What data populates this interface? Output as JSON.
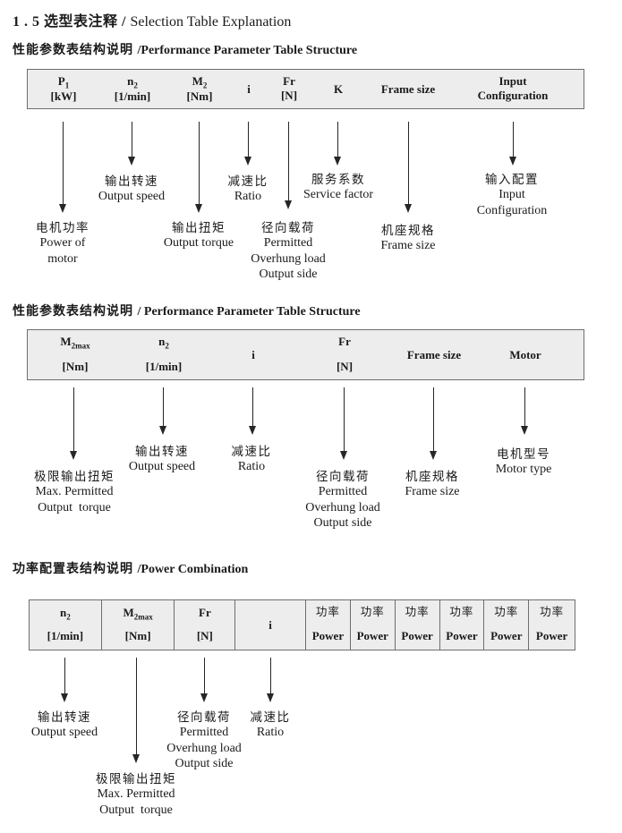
{
  "title": {
    "cn": "1 . 5 选型表注释 / ",
    "en": "Selection Table Explanation"
  },
  "colors": {
    "table_bg": "#ededed",
    "table_border": "#6e6e6e",
    "text": "#1a1a1a",
    "arrow": "#262626"
  },
  "sections": [
    {
      "heading": {
        "cn": "性能参数表结构说明 ",
        "en": "/Performance Parameter Table Structure"
      },
      "columns": [
        {
          "l1": "P",
          "sub": "1",
          "l2": "[kW]"
        },
        {
          "l1": "n",
          "sub": "2",
          "l2": "[1/min]"
        },
        {
          "l1": "M",
          "sub": "2",
          "l2": "[Nm]"
        },
        {
          "l1": "i"
        },
        {
          "l1": "Fr",
          "l2": "[N]"
        },
        {
          "l1": "K"
        },
        {
          "l1": "Frame size"
        },
        {
          "l1": "Input",
          "l2": "Configuration"
        }
      ],
      "labels": [
        {
          "cn": "电机功率",
          "en1": "Power of",
          "en2": "motor"
        },
        {
          "cn": "输出转速",
          "en1": "Output speed"
        },
        {
          "cn": "输出扭矩",
          "en1": "Output torque"
        },
        {
          "cn": "减速比",
          "en1": "Ratio"
        },
        {
          "cn": "径向载荷",
          "en1": "Permitted",
          "en2": "Overhung load",
          "en3": "Output side"
        },
        {
          "cn": "服务系数",
          "en1": "Service factor"
        },
        {
          "cn": "机座规格",
          "en1": "Frame size"
        },
        {
          "cn": "输入配置",
          "en1": "Input",
          "en2": "Configuration"
        }
      ]
    },
    {
      "heading": {
        "cn": "性能参数表结构说明 ",
        "en": "/ Performance Parameter Table Structure"
      },
      "columns": [
        {
          "l1": "M",
          "sub": "2max",
          "l2": "[Nm]"
        },
        {
          "l1": "n",
          "sub": "2",
          "l2": "[1/min]"
        },
        {
          "l1": "i"
        },
        {
          "l1": "Fr",
          "l2": "[N]"
        },
        {
          "l1": "Frame size"
        },
        {
          "l1": "Motor"
        }
      ],
      "labels": [
        {
          "cn": "极限输出扭矩",
          "en1": "Max. Permitted",
          "en2": "Output  torque"
        },
        {
          "cn": "输出转速",
          "en1": "Output speed"
        },
        {
          "cn": "减速比",
          "en1": "Ratio"
        },
        {
          "cn": "径向载荷",
          "en1": "Permitted",
          "en2": "Overhung load",
          "en3": "Output side"
        },
        {
          "cn": "机座规格",
          "en1": "Frame size"
        },
        {
          "cn": "电机型号",
          "en1": "Motor type"
        }
      ]
    },
    {
      "heading": {
        "cn": "功率配置表结构说明 ",
        "en": "/Power Combination"
      },
      "columns": [
        {
          "l1": "n",
          "sub": "2",
          "l2": "[1/min]"
        },
        {
          "l1": "M",
          "sub": "2max",
          "l2": "[Nm]"
        },
        {
          "l1": "Fr",
          "l2": "[N]"
        },
        {
          "l1": "i"
        },
        {
          "l1": "功率",
          "l2": "Power"
        },
        {
          "l1": "功率",
          "l2": "Power"
        },
        {
          "l1": "功率",
          "l2": "Power"
        },
        {
          "l1": "功率",
          "l2": "Power"
        },
        {
          "l1": "功率",
          "l2": "Power"
        },
        {
          "l1": "功率",
          "l2": "Power"
        }
      ],
      "labels": [
        {
          "cn": "输出转速",
          "en1": "Output speed"
        },
        {
          "cn": "极限输出扭矩",
          "en1": "Max. Permitted",
          "en2": "Output  torque"
        },
        {
          "cn": "径向载荷",
          "en1": "Permitted",
          "en2": "Overhung load",
          "en3": "Output side"
        },
        {
          "cn": "减速比",
          "en1": "Ratio"
        }
      ]
    }
  ]
}
